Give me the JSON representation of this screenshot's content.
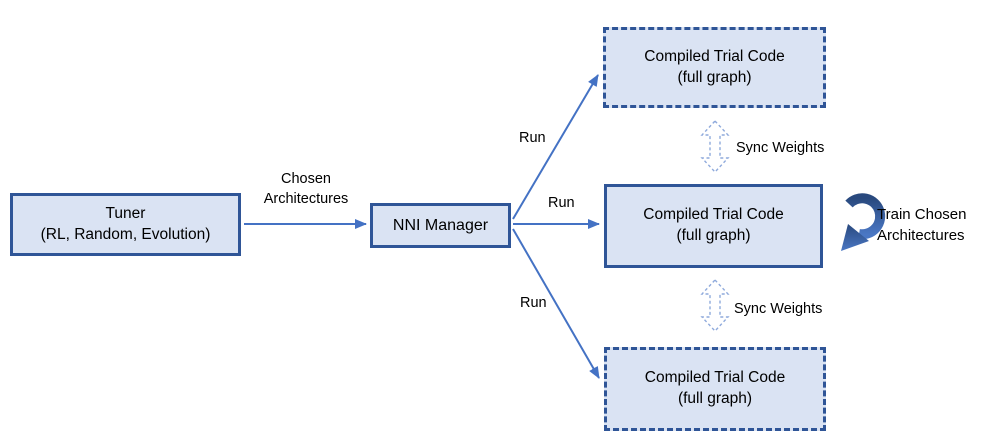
{
  "colors": {
    "box_fill": "#dae3f3",
    "box_border": "#2f5597",
    "arrow": "#4472c4",
    "sync_arrow": "#8faadc",
    "text": "#000000"
  },
  "boxes": {
    "tuner": {
      "text": "Tuner\n(RL, Random, Evolution)",
      "border_style": "solid"
    },
    "nni_manager": {
      "text": "NNI Manager",
      "border_style": "solid"
    },
    "trial_top": {
      "text": "Compiled Trial Code\n(full graph)",
      "border_style": "dashed"
    },
    "trial_middle": {
      "text": "Compiled Trial Code\n(full graph)",
      "border_style": "solid"
    },
    "trial_bottom": {
      "text": "Compiled Trial Code\n(full graph)",
      "border_style": "dashed"
    }
  },
  "labels": {
    "chosen_architectures": "Chosen\nArchitectures",
    "run_top": "Run",
    "run_middle": "Run",
    "run_bottom": "Run",
    "sync_weights_top": "Sync Weights",
    "sync_weights_bottom": "Sync Weights",
    "train_chosen": "Train Chosen\nArchitectures"
  },
  "icons": {
    "straight_arrow": "solid-blue-arrow",
    "sync_arrow": "dashed-hollow-double-arrow",
    "train_arrow": "circular-clockwise-arrow"
  }
}
